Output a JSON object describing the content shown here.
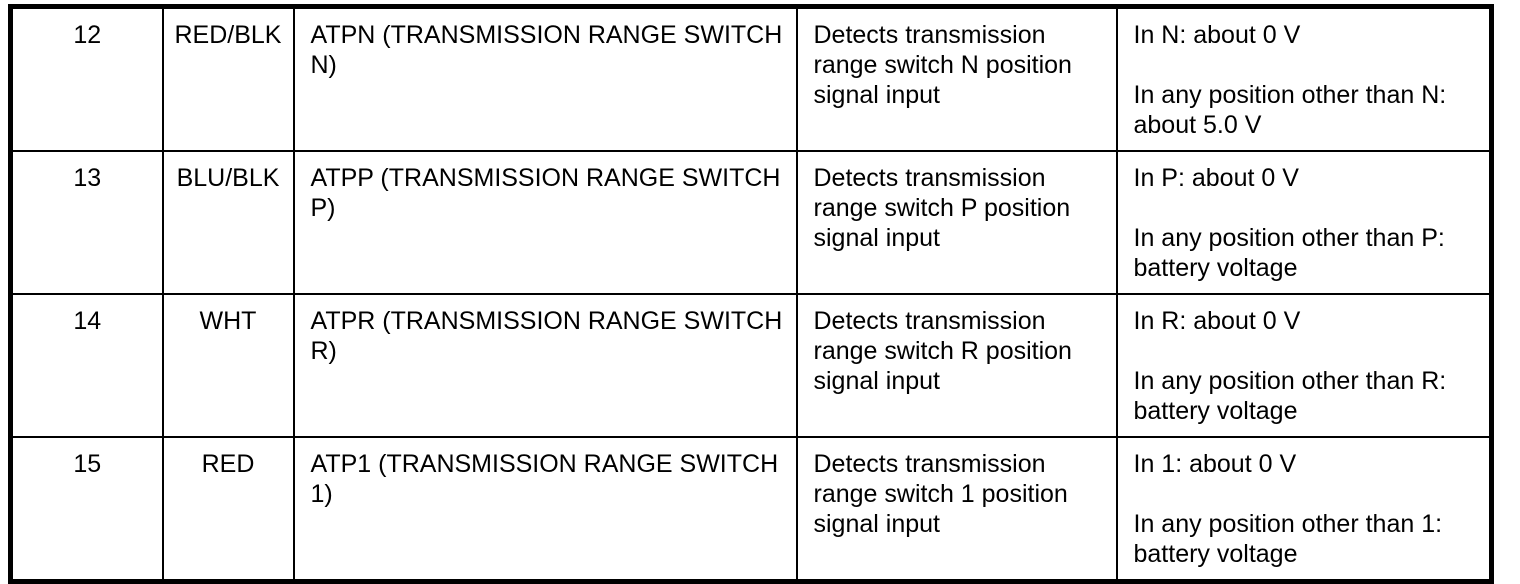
{
  "table": {
    "columns": [
      {
        "key": "pin",
        "name": "terminal-number"
      },
      {
        "key": "wire_color",
        "name": "wire-color"
      },
      {
        "key": "signal_name",
        "name": "signal-name"
      },
      {
        "key": "description",
        "name": "description"
      },
      {
        "key": "measurement",
        "name": "measurement"
      }
    ],
    "rows": [
      {
        "pin": "12",
        "wire_color": "RED/BLK",
        "signal_name": "ATPN (TRANSMISSION RANGE SWITCH N)",
        "description": "Detects transmission range switch N position signal input",
        "measurement_lines": [
          "In N: about 0 V",
          "In any position other than N: about 5.0 V"
        ]
      },
      {
        "pin": "13",
        "wire_color": "BLU/BLK",
        "signal_name": "ATPP (TRANSMISSION RANGE SWITCH P)",
        "description": "Detects transmission range switch P position signal input",
        "measurement_lines": [
          "In P: about 0 V",
          "In any position other than P: battery voltage"
        ]
      },
      {
        "pin": "14",
        "wire_color": "WHT",
        "signal_name": "ATPR (TRANSMISSION RANGE SWITCH R)",
        "description": "Detects transmission range switch R position signal input",
        "measurement_lines": [
          "In R: about 0 V",
          "In any position other than R: battery voltage"
        ]
      },
      {
        "pin": "15",
        "wire_color": "RED",
        "signal_name": "ATP1 (TRANSMISSION RANGE SWITCH 1)",
        "description": "Detects transmission range switch 1 position signal input",
        "measurement_lines": [
          "In 1: about 0 V",
          "In any position other than 1: battery voltage"
        ]
      }
    ]
  },
  "colors": {
    "border": "#000000",
    "text": "#000000",
    "background": "#ffffff"
  }
}
